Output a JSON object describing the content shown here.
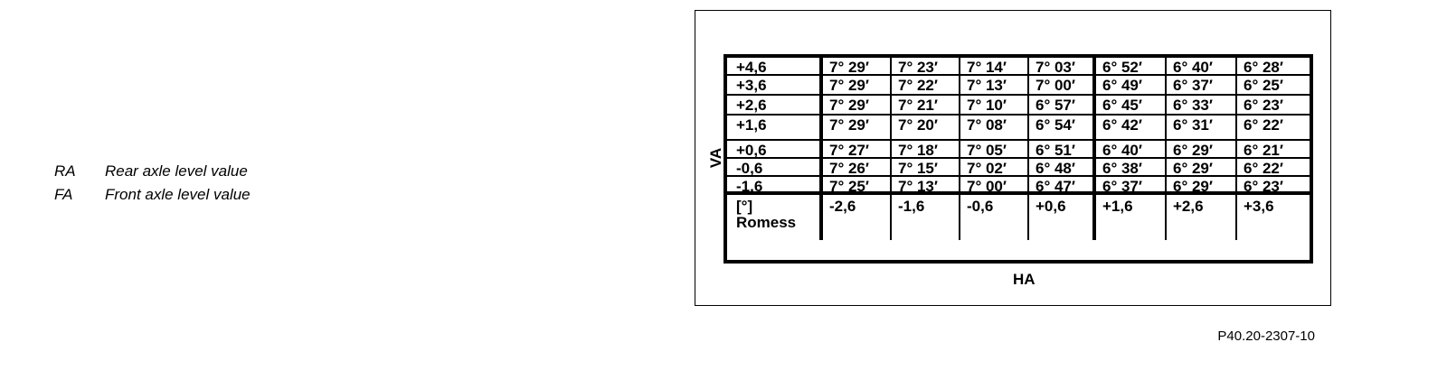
{
  "legend": [
    {
      "abbr": "RA",
      "text": "Rear axle level value"
    },
    {
      "abbr": "FA",
      "text": "Front axle level value"
    }
  ],
  "table": {
    "row_axis_label": "VA",
    "col_axis_label": "HA",
    "corner": {
      "line1": "[°]",
      "line2": "Romess"
    },
    "row_headers": [
      "+4,6",
      "+3,6",
      "+2,6",
      "+1,6",
      "+0,6",
      "-0,6",
      "-1,6"
    ],
    "col_headers": [
      "-2,6",
      "-1,6",
      "-0,6",
      "+0,6",
      "+1,6",
      "+2,6",
      "+3,6"
    ],
    "rows": [
      [
        "7° 29′",
        "7° 23′",
        "7° 14′",
        "7° 03′",
        "6° 52′",
        "6° 40′",
        "6° 28′"
      ],
      [
        "7° 29′",
        "7° 22′",
        "7° 13′",
        "7° 00′",
        "6° 49′",
        "6° 37′",
        "6° 25′"
      ],
      [
        "7° 29′",
        "7° 21′",
        "7° 10′",
        "6° 57′",
        "6° 45′",
        "6° 33′",
        "6° 23′"
      ],
      [
        "7° 29′",
        "7° 20′",
        "7° 08′",
        "6° 54′",
        "6° 42′",
        "6° 31′",
        "6° 22′"
      ],
      [
        "7° 27′",
        "7° 18′",
        "7° 05′",
        "6° 51′",
        "6° 40′",
        "6° 29′",
        "6° 21′"
      ],
      [
        "7° 26′",
        "7° 15′",
        "7° 02′",
        "6° 48′",
        "6° 38′",
        "6° 29′",
        "6° 22′"
      ],
      [
        "7° 25′",
        "7° 13′",
        "7° 00′",
        "6° 47′",
        "6° 37′",
        "6° 29′",
        "6° 23′"
      ]
    ]
  },
  "figure_ref": "P40.20-2307-10"
}
